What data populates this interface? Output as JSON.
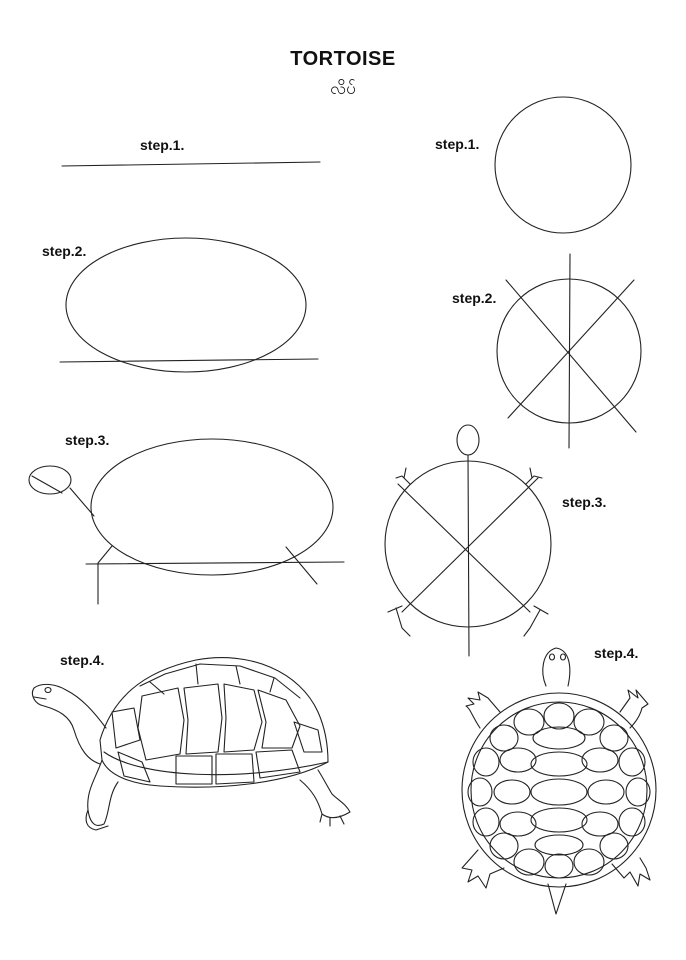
{
  "title": "TORTOISE",
  "subtitle": "လိပ်",
  "left_column": {
    "steps": [
      {
        "label": "step.1."
      },
      {
        "label": "step.2."
      },
      {
        "label": "step.3."
      },
      {
        "label": "step.4."
      }
    ]
  },
  "right_column": {
    "steps": [
      {
        "label": "step.1."
      },
      {
        "label": "step.2."
      },
      {
        "label": "step.3."
      },
      {
        "label": "step.4."
      }
    ]
  },
  "colors": {
    "ink": "#222222",
    "background": "#ffffff"
  }
}
